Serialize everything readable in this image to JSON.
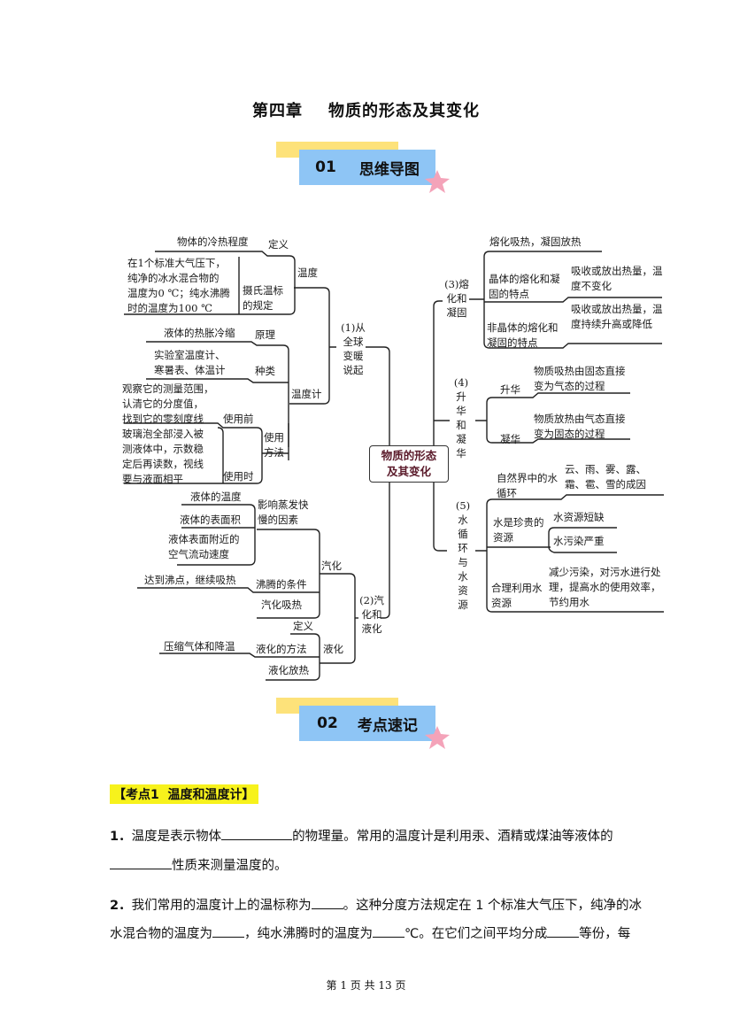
{
  "title": "第四章    物质的形态及其变化",
  "sections": [
    {
      "num": "01",
      "label": "思维导图"
    },
    {
      "num": "02",
      "label": "考点速记"
    }
  ],
  "mindmap": {
    "center": "物质的形态及其变化",
    "b1": {
      "title": "(1)从全球变暖说起",
      "wendu": "温度",
      "dingyi": "定义",
      "dingyi_val": "物体的冷热程度",
      "sheshi": "摄氏温标的规定",
      "sheshi_val": [
        "在1个标准大气压下，",
        "纯净的冰水混合物的",
        "温度为0 ℃；纯水沸腾",
        "时的温度为100 ℃"
      ],
      "wenduji": "温度计",
      "yuanli": "原理",
      "yuanli_val": "液体的热胀冷缩",
      "zhonglei": "种类",
      "zhonglei_val": [
        "实验室温度计、",
        "寒暑表、体温计"
      ],
      "shiyong": "使用方法",
      "qian": "使用前",
      "qian_val": [
        "观察它的测量范围，",
        "认清它的分度值，",
        "找到它的零刻度线"
      ],
      "shi": "使用时",
      "shi_val": [
        "玻璃泡全部浸入被",
        "测液体中，示数稳",
        "定后再读数，视线",
        "要与液面相平"
      ]
    },
    "b2": {
      "title": "(2)汽化和液化",
      "qihua": "汽化",
      "yingxiang": "影响蒸发快慢的因素",
      "factors": [
        "液体的温度",
        "液体的表面积",
        "液体表面附近的空气流动速度"
      ],
      "feiteng": "沸腾的条件",
      "feiteng_val": "达到沸点，继续吸热",
      "qihua_xire": "汽化吸热",
      "yehua": "液化",
      "dingyi": "定义",
      "fangfa": "液化的方法",
      "fangfa_val": "压缩气体和降温",
      "yehua_fangre": "液化放热"
    },
    "b3": {
      "title": "(3)熔化和凝固",
      "item1": "熔化吸热，凝固放热",
      "jingti": "晶体的熔化和凝固的特点",
      "jingti_val": "吸收或放出热量，温度不变化",
      "feijingti": "非晶体的熔化和凝固的特点",
      "feijingti_val": "吸收或放出热量，温度持续升高或降低"
    },
    "b4": {
      "title": "(4)升华和凝华",
      "shenghua": "升华",
      "shenghua_val": "物质吸热由固态直接变为气态的过程",
      "ninghua": "凝华",
      "ninghua_val": "物质放热由气态直接变为固态的过程"
    },
    "b5": {
      "title": "(5)水循环与水资源",
      "xunhuan": "自然界中的水循环",
      "xunhuan_val": "云、雨、雾、露、霜、雹、雪的成因",
      "zhengui": "水是珍贵的资源",
      "zhengui_vals": [
        "水资源短缺",
        "水污染严重"
      ],
      "heli": "合理利用水资源",
      "heli_val": "减少污染，对污水进行处理，提高水的使用效率，节约用水"
    }
  },
  "kaodian": "【考点1  温度和温度计】",
  "q1": {
    "num": "1．",
    "a": "温度是表示物体",
    "b": "的物理量。常用的温度计是利用汞、酒精或煤油等液体的",
    "c": "性质来测量温度的。"
  },
  "q2": {
    "num": "2．",
    "a": "我们常用的温度计上的温标称为",
    "b": "。这种分度方法规定在 1 个标准大气压下，纯净的冰",
    "c": "水混合物的温度为",
    "d": "，纯水沸腾时的温度为",
    "e": "℃。在它们之间平均分成",
    "f": "等份，每"
  },
  "footer": "第 1 页 共 13 页",
  "colors": {
    "yellow": "#fde27a",
    "blue": "#8ec5f5",
    "star": "#f4a3b9",
    "highlight": "#f7f21c"
  }
}
